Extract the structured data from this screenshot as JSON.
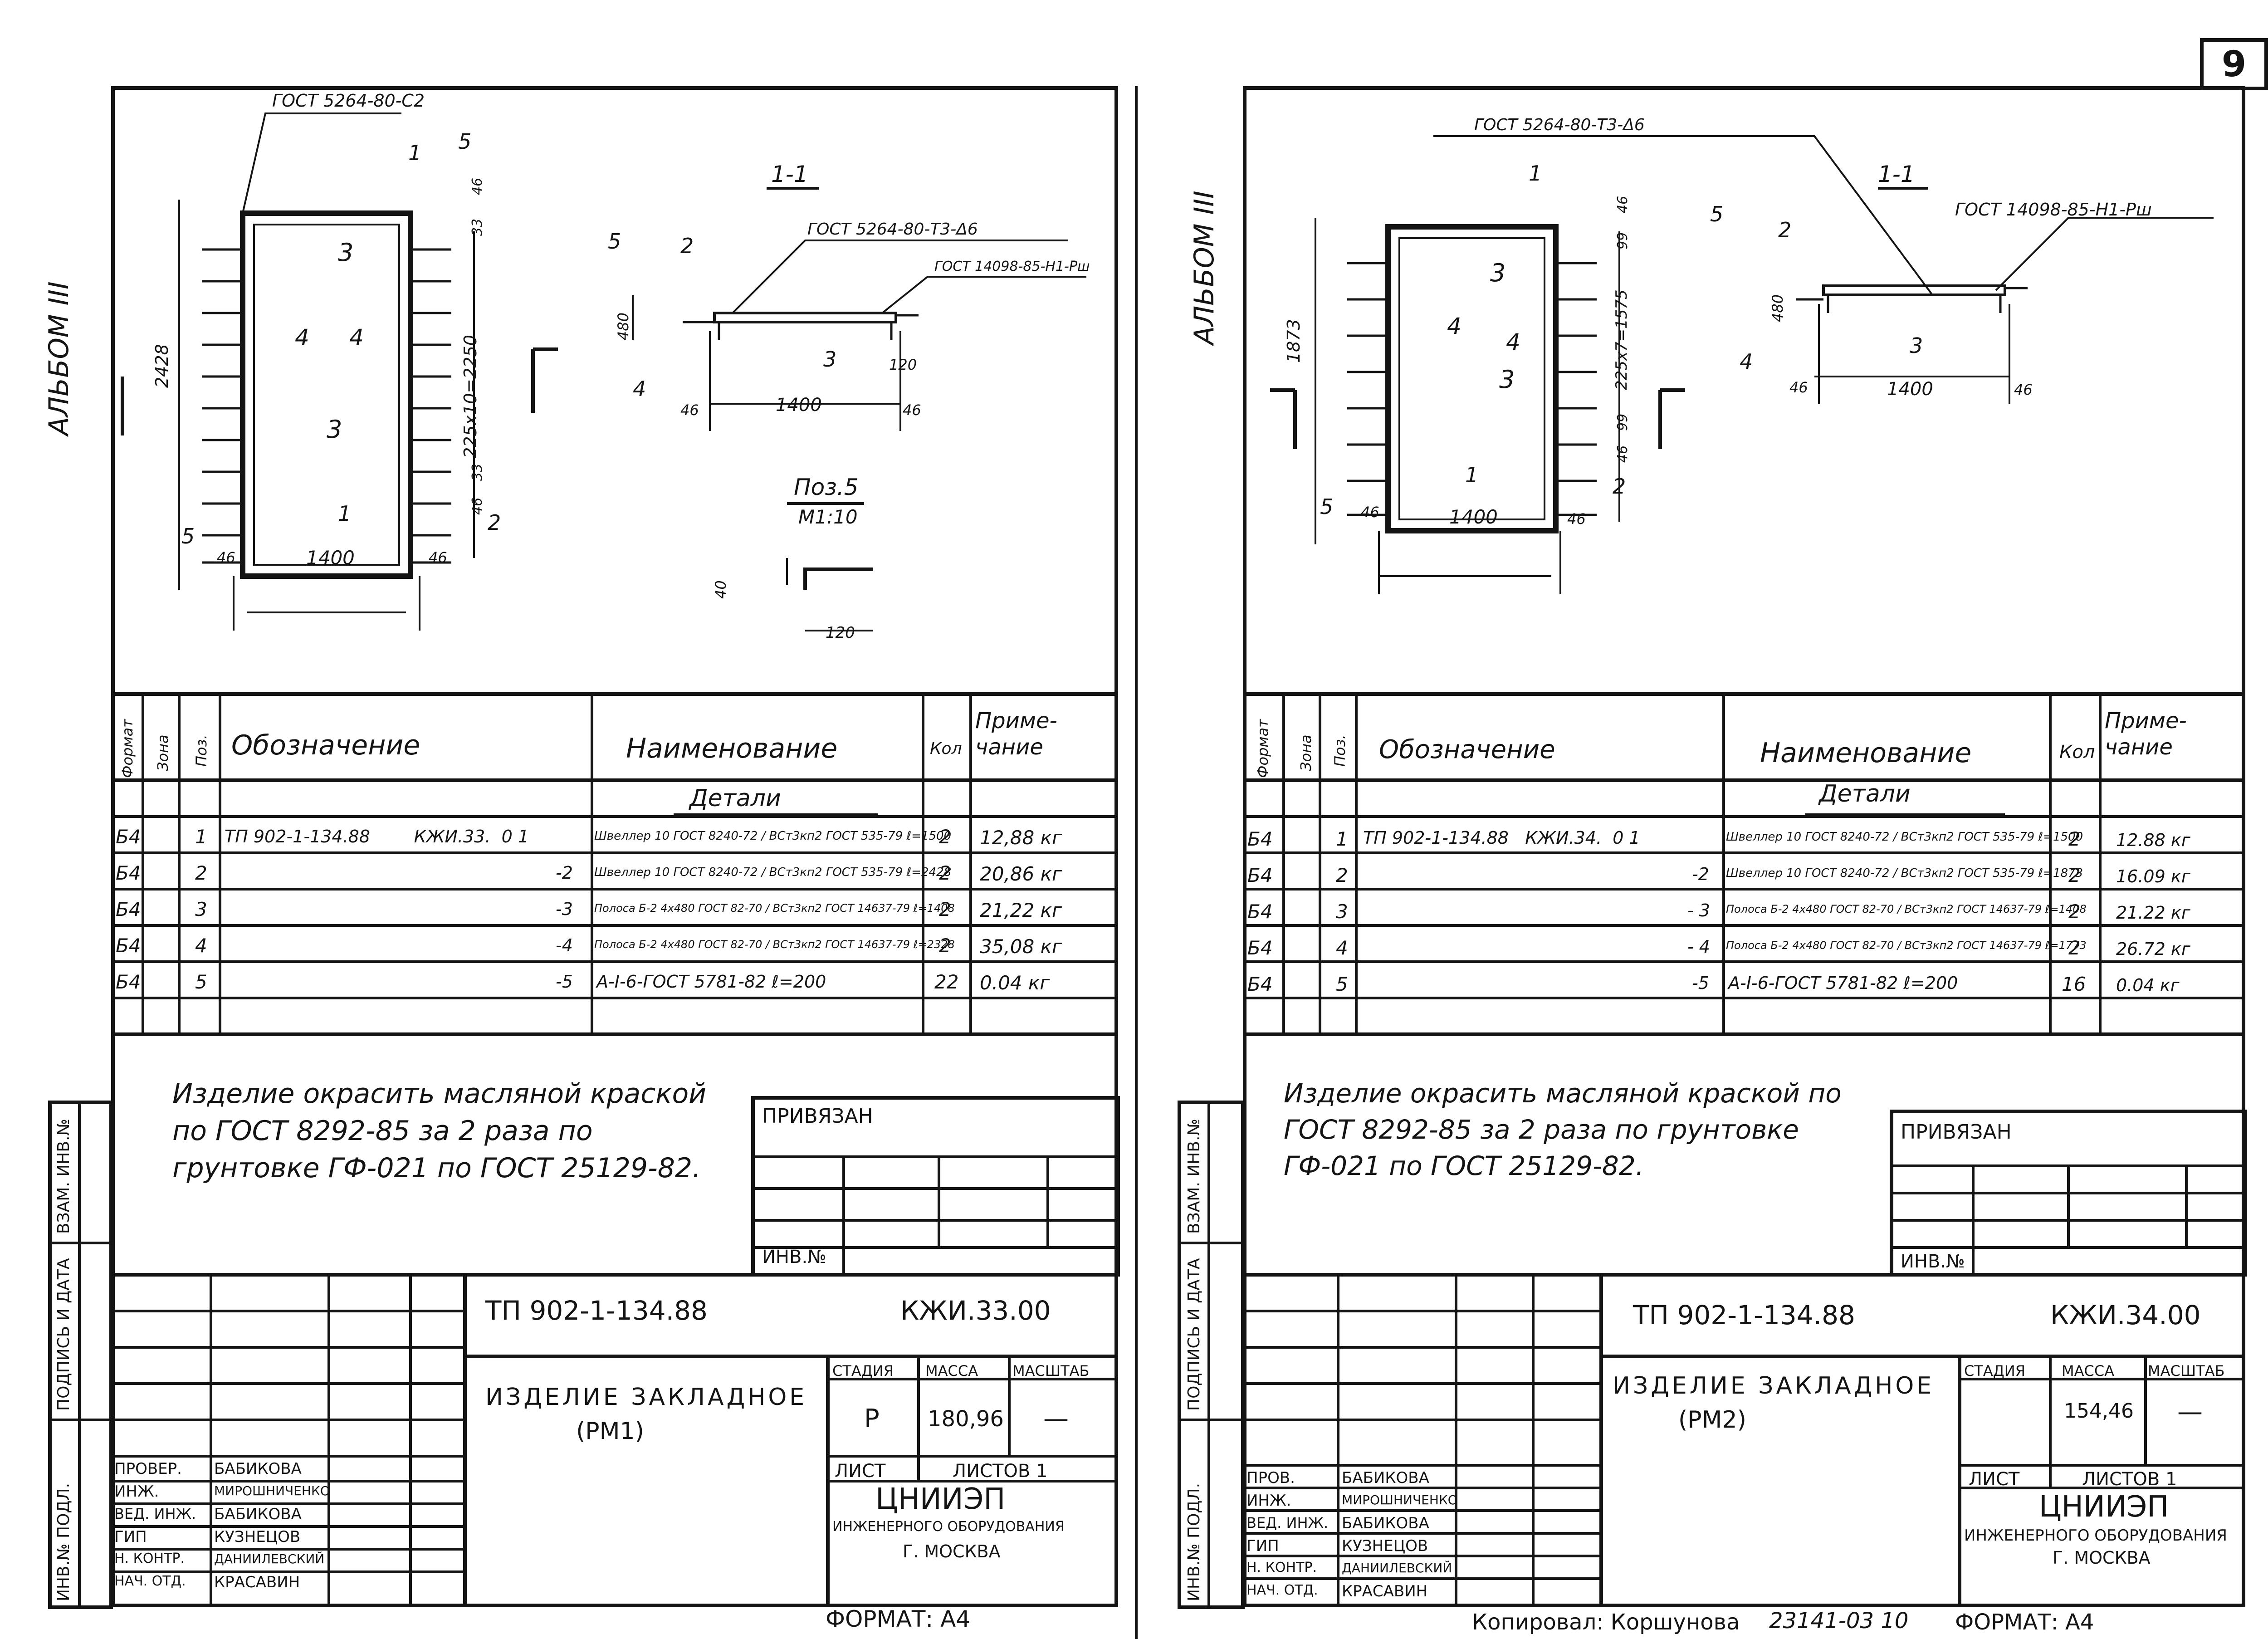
{
  "page_number": "9",
  "copied_by": "Копировал: Коршунова",
  "stamp_number": "23141-03 10",
  "footer_format": "Формат: А4",
  "sheets": [
    {
      "album": "АЛЬБОМ III",
      "gost_top": "ГОСТ 5264-80-С2",
      "section": "1-1",
      "gost_weld": "ГОСТ 5264-80-Т3-Δ6",
      "gost_stud": "ГОСТ 14098-85-Н1-Рш",
      "pos_title": "Поз.5",
      "pos_scale": "М1:10",
      "dims": {
        "width": "1400",
        "edge": "46",
        "height": "2428",
        "pitch": "225x10=2250",
        "sec_h": "480",
        "sec_w": "1400",
        "sec_a": "120",
        "d40": "40",
        "d120": "120",
        "d33": "33",
        "d46": "46"
      },
      "leaders": [
        "1",
        "2",
        "3",
        "4",
        "5"
      ],
      "table": {
        "headers": {
          "format": "Формат",
          "zone": "Зона",
          "pos": "Поз.",
          "designation": "Обозначение",
          "name": "Наименование",
          "qty": "Кол",
          "note": "Приме-чание"
        },
        "group": "Детали",
        "rows": [
          {
            "format": "Б4",
            "pos": "1",
            "designation": "ТП 902-1-134.88        КЖИ.33.  0 1",
            "name": "Швеллер 10 ГОСТ 8240-72 / ВСт3кп2 ГОСТ 535-79  ℓ=1500",
            "qty": "2",
            "note": "12,88 кг"
          },
          {
            "format": "Б4",
            "pos": "2",
            "designation": "-2",
            "name": "Швеллер 10 ГОСТ 8240-72 / ВСт3кп2 ГОСТ 535-79  ℓ=2428",
            "qty": "2",
            "note": "20,86 кг"
          },
          {
            "format": "Б4",
            "pos": "3",
            "designation": "-3",
            "name": "Полоса Б-2 4x480 ГОСТ 82-70 / ВСт3кп2 ГОСТ 14637-79  ℓ=1408",
            "qty": "2",
            "note": "21,22 кг"
          },
          {
            "format": "Б4",
            "pos": "4",
            "designation": "-4",
            "name": "Полоса Б-2 4x480 ГОСТ 82-70 / ВСт3кп2 ГОСТ 14637-79  ℓ=2328",
            "qty": "2",
            "note": "35,08 кг"
          },
          {
            "format": "Б4",
            "pos": "5",
            "designation": "-5",
            "name": "А-I-6-ГОСТ 5781-82  ℓ=200",
            "qty": "22",
            "note": "0.04 кг"
          }
        ]
      },
      "note_text": "Изделие окрасить масляной краской по ГОСТ 8292-85 за 2 раза по грунтовке ГФ-021 по ГОСТ 25129-82.",
      "privyazan": "Привязан",
      "inv_no": "Инв.№",
      "side_labels": [
        "Инв.№ подл.",
        "Подпись и дата",
        "Взам. инв.№"
      ],
      "project": "ТП 902-1-134.88",
      "doc_code": "КЖИ.33.00",
      "title_name": "Изделие закладное",
      "title_mark": "(РМ1)",
      "stage_h": "Стадия",
      "mass_h": "Масса",
      "scale_h": "Масштаб",
      "stage": "Р",
      "mass": "180,96",
      "scale": "—",
      "sheet_h": "Лист",
      "sheets_h": "Листов 1",
      "org": "ЦНИИЭП",
      "org_sub": "инженерного оборудования",
      "city": "г. Москва",
      "staff": [
        {
          "role": "Провер.",
          "name": "Бабикова"
        },
        {
          "role": "Инж.",
          "name": "Мирошниченко"
        },
        {
          "role": "Вед. инж.",
          "name": "Бабикова"
        },
        {
          "role": "ГИП",
          "name": "Кузнецов"
        },
        {
          "role": "Н. контр.",
          "name": "Даниилевский"
        },
        {
          "role": "Нач. отд.",
          "name": "Красавин"
        }
      ],
      "format": "Формат: А4"
    },
    {
      "album": "АЛЬБОМ III",
      "gost_top": "ГОСТ 5264-80-Т3-Δ6",
      "section": "1-1",
      "gost_weld": "ГОСТ 14098-85-Н1-Рш",
      "dims": {
        "width": "1400",
        "edge": "46",
        "height": "1873",
        "pitch": "225x7=1575",
        "sec_h": "480",
        "sec_w": "1400",
        "d99": "99",
        "d46": "46"
      },
      "leaders": [
        "1",
        "2",
        "3",
        "4",
        "5"
      ],
      "table": {
        "headers": {
          "format": "Формат",
          "zone": "Зона",
          "pos": "Поз.",
          "designation": "Обозначение",
          "name": "Наименование",
          "qty": "Кол",
          "note": "Приме-чание"
        },
        "group": "Детали",
        "rows": [
          {
            "format": "Б4",
            "pos": "1",
            "designation": "ТП 902-1-134.88   КЖИ.34.  0 1",
            "name": "Швеллер 10 ГОСТ 8240-72 / ВСт3кп2 ГОСТ 535-79  ℓ=1500",
            "qty": "2",
            "note": "12.88 кг"
          },
          {
            "format": "Б4",
            "pos": "2",
            "designation": "-2",
            "name": "Швеллер 10 ГОСТ 8240-72 / ВСт3кп2 ГОСТ 535-79  ℓ=1873",
            "qty": "2",
            "note": "16.09 кг"
          },
          {
            "format": "Б4",
            "pos": "3",
            "designation": "- 3",
            "name": "Полоса Б-2 4x480 ГОСТ 82-70 / ВСт3кп2 ГОСТ 14637-79  ℓ=1408",
            "qty": "2",
            "note": "21.22 кг"
          },
          {
            "format": "Б4",
            "pos": "4",
            "designation": "- 4",
            "name": "Полоса Б-2 4x480 ГОСТ 82-70 / ВСт3кп2 ГОСТ 14637-79  ℓ=1773",
            "qty": "2",
            "note": "26.72 кг"
          },
          {
            "format": "Б4",
            "pos": "5",
            "designation": "-5",
            "name": "А-I-6-ГОСТ 5781-82  ℓ=200",
            "qty": "16",
            "note": "0.04 кг"
          }
        ]
      },
      "note_text": "Изделие окрасить масляной краской по ГОСТ 8292-85 за 2 раза по грунтовке ГФ-021 по ГОСТ 25129-82.",
      "privyazan": "Привязан",
      "inv_no": "Инв.№",
      "side_labels": [
        "Инв.№ подл.",
        "Подпись и дата",
        "Взам. инв.№"
      ],
      "project": "ТП 902-1-134.88",
      "doc_code": "КЖИ.34.00",
      "title_name": "Изделие закладное",
      "title_mark": "(РМ2)",
      "stage_h": "Стадия",
      "mass_h": "Масса",
      "scale_h": "Масштаб",
      "stage": "",
      "mass": "154,46",
      "scale": "—",
      "sheet_h": "Лист",
      "sheets_h": "Листов 1",
      "org": "ЦНИИЭП",
      "org_sub": "инженерного оборудования",
      "city": "г. Москва",
      "staff": [
        {
          "role": "Пров.",
          "name": "Бабикова"
        },
        {
          "role": "Инж.",
          "name": "Мирошниченко"
        },
        {
          "role": "Вед. инж.",
          "name": "Бабикова"
        },
        {
          "role": "ГИП",
          "name": "Кузнецов"
        },
        {
          "role": "Н. контр.",
          "name": "Даниилевский"
        },
        {
          "role": "Нач. отд.",
          "name": "Красавин"
        }
      ],
      "format": ""
    }
  ]
}
